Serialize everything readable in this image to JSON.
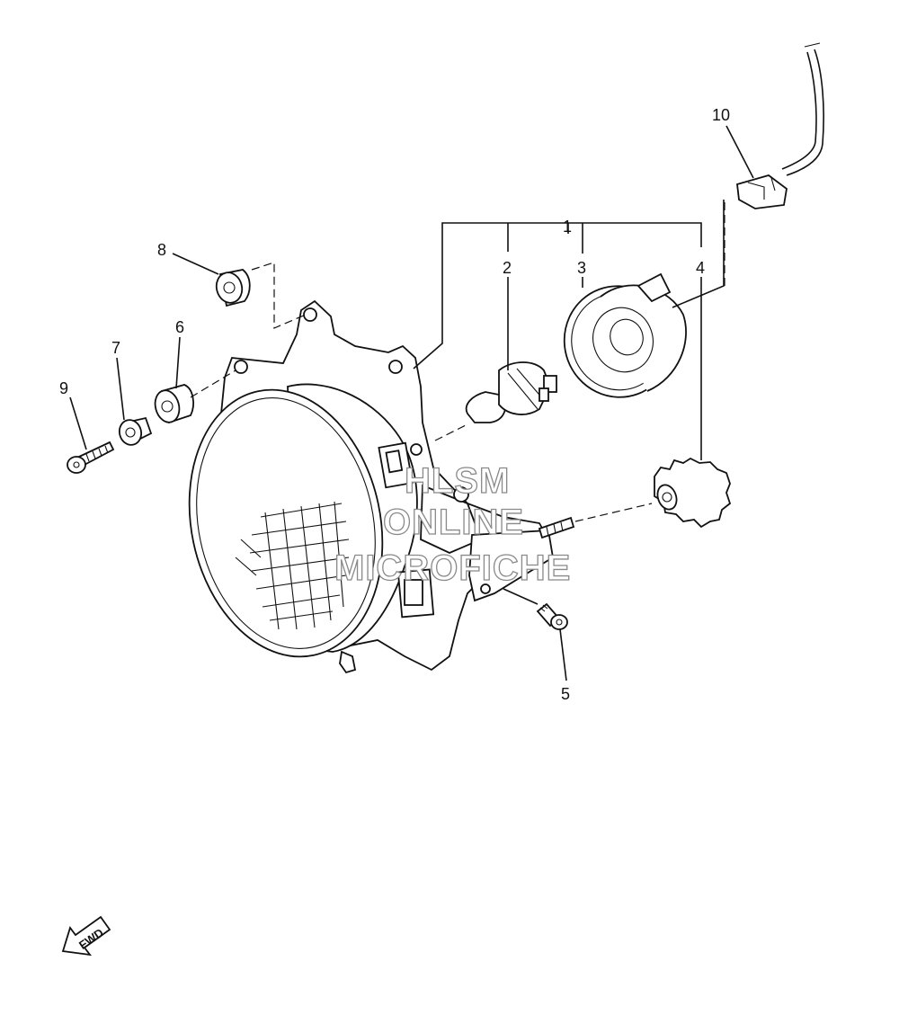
{
  "diagram": {
    "callouts": [
      {
        "id": "1",
        "label": "1"
      },
      {
        "id": "2",
        "label": "2"
      },
      {
        "id": "3",
        "label": "3"
      },
      {
        "id": "4",
        "label": "4"
      },
      {
        "id": "5",
        "label": "5"
      },
      {
        "id": "6",
        "label": "6"
      },
      {
        "id": "7",
        "label": "7"
      },
      {
        "id": "8",
        "label": "8"
      },
      {
        "id": "9",
        "label": "9"
      },
      {
        "id": "10",
        "label": "10"
      }
    ],
    "direction_arrow": "FWD"
  },
  "watermark": {
    "line1": "HLSM",
    "line2": "ONLINE",
    "line3": "MICROFICHE",
    "color": "#8a8a8a"
  }
}
